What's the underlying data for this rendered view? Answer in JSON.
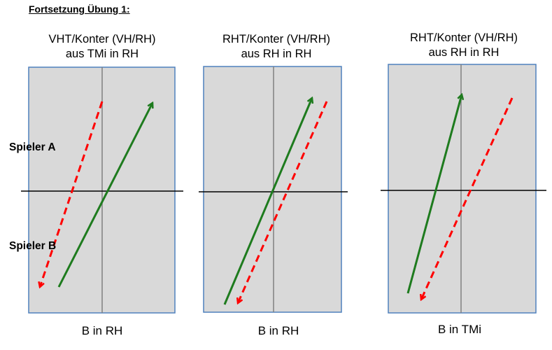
{
  "heading": "Fortsetzung Übung 1:",
  "players": {
    "a": "Spieler A",
    "b": "Spieler B"
  },
  "panels": [
    {
      "title_line1": "VHT/Konter (VH/RH)",
      "title_line2": "aus TMi in RH",
      "bottom_label": "B in RH"
    },
    {
      "title_line1": "RHT/Konter (VH/RH)",
      "title_line2": "aus RH in RH",
      "bottom_label": "B in RH"
    },
    {
      "title_line1": "RHT/Konter (VH/RH)",
      "title_line2": "aus RH in RH",
      "bottom_label": "B in TMi"
    }
  ],
  "colors": {
    "court_fill": "#d9d9d9",
    "court_border": "#4f81bd",
    "center_line": "#808080",
    "net_line": "#000000",
    "solid_arrow": "#1e7b1e",
    "dashed_arrow": "#ff0000"
  }
}
